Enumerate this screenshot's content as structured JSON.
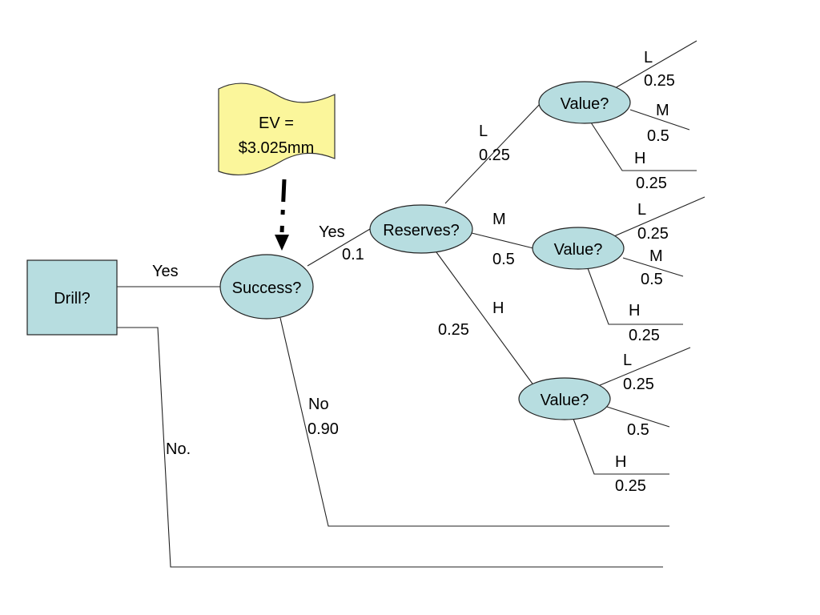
{
  "nodes": {
    "decision": "Drill?",
    "success": "Success?",
    "reserves": "Reserves?",
    "value_top": "Value?",
    "value_mid": "Value?",
    "value_bot": "Value?"
  },
  "callout": {
    "line1": "EV =",
    "line2": "$3.025mm"
  },
  "branches": {
    "drill_yes": "Yes",
    "drill_no": "No.",
    "success_yes": "Yes",
    "success_yes_prob": "0.1",
    "success_no": "No",
    "success_no_prob": "0.90",
    "res_l": "L",
    "res_l_prob": "0.25",
    "res_m": "M",
    "res_m_prob": "0.5",
    "res_h": "H",
    "res_h_prob": "0.25",
    "vt_l": "L",
    "vt_l_prob": "0.25",
    "vt_m": "M",
    "vt_m_prob": "0.5",
    "vt_h": "H",
    "vt_h_prob": "0.25",
    "vm_l": "L",
    "vm_l_prob": "0.25",
    "vm_m": "M",
    "vm_m_prob": "0.5",
    "vm_h": "H",
    "vm_h_prob": "0.25",
    "vb_l": "L",
    "vb_l_prob": "0.25",
    "vb_m_prob": "0.5",
    "vb_h": "H",
    "vb_h_prob": "0.25"
  },
  "colors": {
    "node_fill": "#b7dde0",
    "callout_fill": "#fbf69b",
    "line": "#222222"
  }
}
